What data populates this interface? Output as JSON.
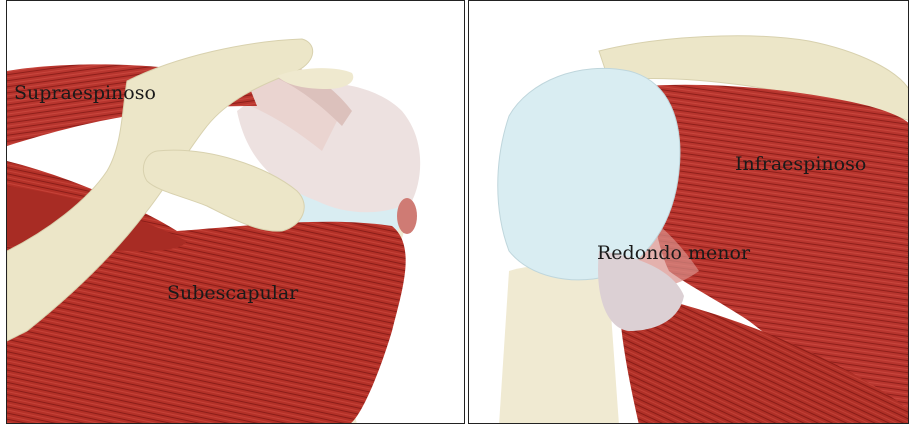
{
  "panels": [
    {
      "id": "anterior",
      "labels": {
        "supraespinoso": "Supraespinoso",
        "subescapular": "Subescapular"
      }
    },
    {
      "id": "posterior",
      "labels": {
        "infraespinoso": "Infraespinoso",
        "redondo_menor": "Redondo menor"
      }
    }
  ],
  "colors": {
    "bone": "#ece6c8",
    "muscle": "#b8352e",
    "muscle_dark": "#8e1f1a",
    "tendon": "#ead4d0",
    "cartilage": "#d9edf2"
  }
}
